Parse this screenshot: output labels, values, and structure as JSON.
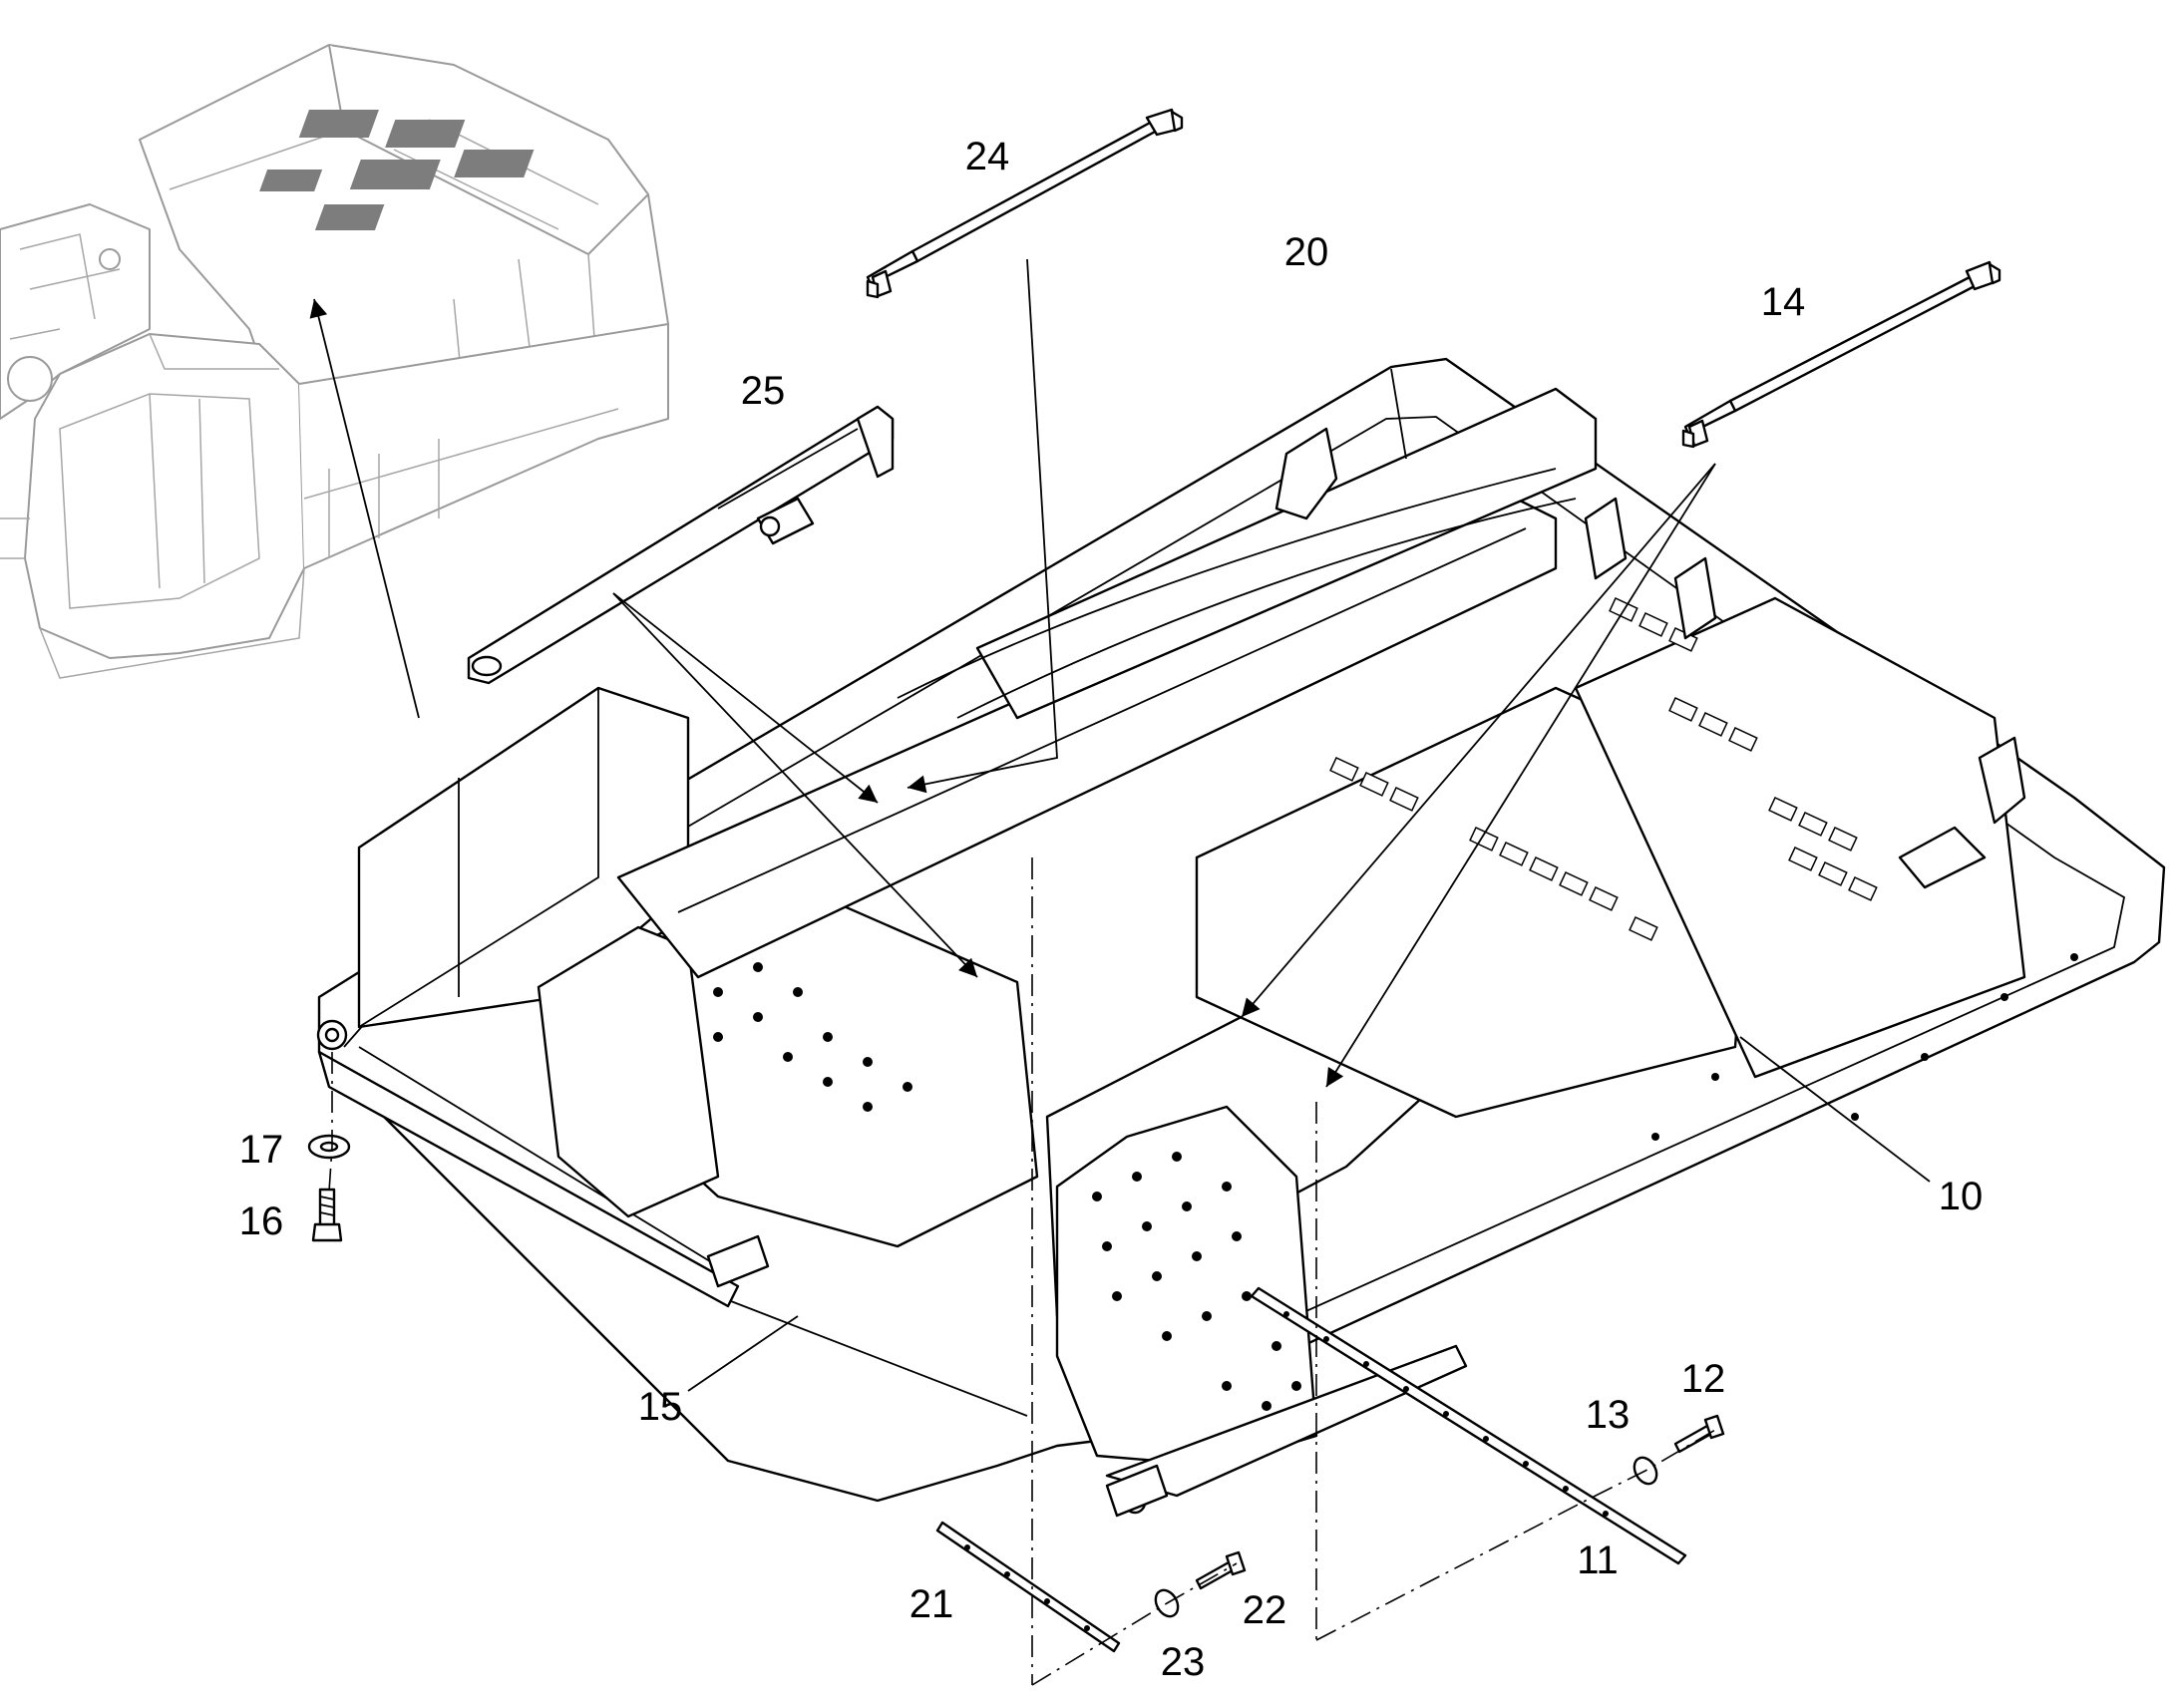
{
  "colors": {
    "line": "#000000",
    "ghost": "#9a9a9a",
    "background": "#ffffff"
  },
  "parts": [
    {
      "id": "p10",
      "label": "10"
    },
    {
      "id": "p11",
      "label": "11"
    },
    {
      "id": "p12",
      "label": "12"
    },
    {
      "id": "p13",
      "label": "13"
    },
    {
      "id": "p14",
      "label": "14"
    },
    {
      "id": "p15",
      "label": "15"
    },
    {
      "id": "p16",
      "label": "16"
    },
    {
      "id": "p17",
      "label": "17"
    },
    {
      "id": "p20",
      "label": "20"
    },
    {
      "id": "p21",
      "label": "21"
    },
    {
      "id": "p22",
      "label": "22"
    },
    {
      "id": "p23",
      "label": "23"
    },
    {
      "id": "p24",
      "label": "24"
    },
    {
      "id": "p25",
      "label": "25"
    }
  ]
}
